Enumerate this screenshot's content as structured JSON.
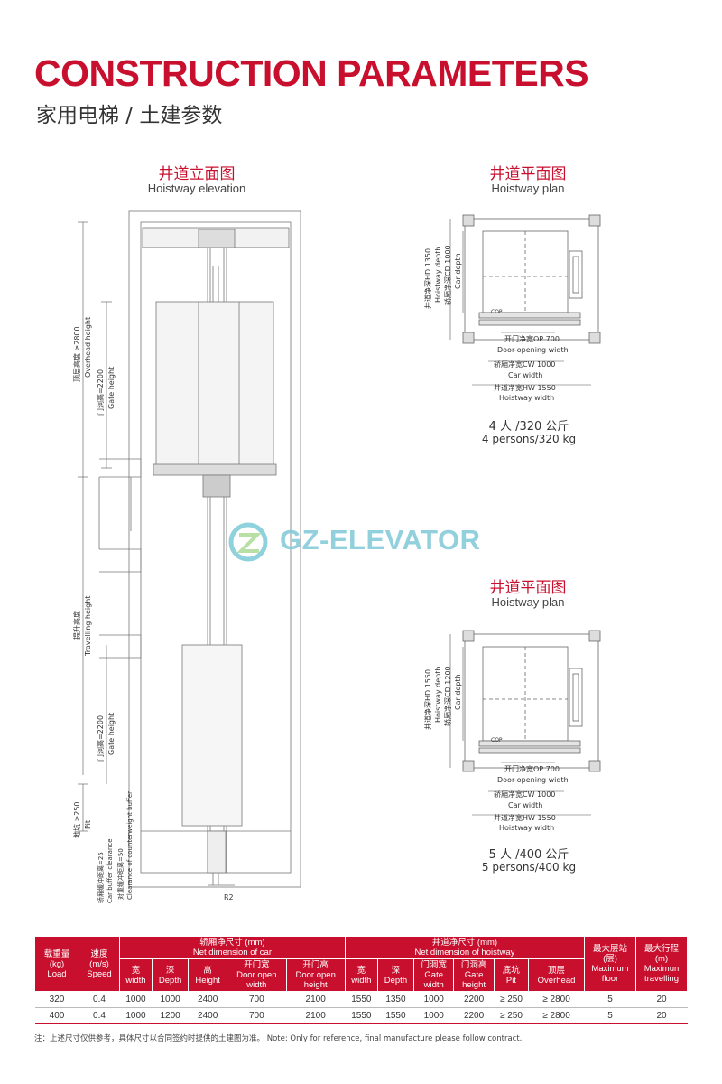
{
  "header": {
    "title": "CONSTRUCTION PARAMETERS",
    "subtitle": "家用电梯 / 土建参数"
  },
  "elevation": {
    "caption_cn": "井道立面图",
    "caption_en": "Hoistway elevation",
    "dims": {
      "overhead": "顶层高度 ≥2800",
      "overhead_en": "Overhead height",
      "gate_top": "门洞高=2200",
      "gate_top_en": "Gate height",
      "travel": "提升高度",
      "travel_en": "Travelling height",
      "gate_bottom": "门洞高=2200",
      "gate_bottom_en": "Gate height",
      "pit": "地坑 ≥250",
      "pit_en": "Pit",
      "car_buffer": "轿厢缓冲距离=25",
      "car_buffer_en": "Car buffer clearance",
      "cw_buffer": "对重缓冲距离=50",
      "cw_buffer_en": "Clearance of counterweight buffer",
      "r2": "R2"
    }
  },
  "plan_top": {
    "caption_cn": "井道平面图",
    "caption_en": "Hoistway plan",
    "hd": "井道净深HD 1350",
    "hd_en": "Hoistway depth",
    "cd": "轿厢净深CD 1000",
    "cd_en": "Car depth",
    "cop": "COP",
    "op": "开门净宽OP 700",
    "op_en": "Door-opening width",
    "cw": "轿厢净宽CW 1000",
    "cw_en": "Car width",
    "hw": "井道净宽HW 1550",
    "hw_en": "Hoistway width",
    "capacity_cn": "4 人 /320 公斤",
    "capacity_en": "4 persons/320 kg"
  },
  "plan_bottom": {
    "caption_cn": "井道平面图",
    "caption_en": "Hoistway plan",
    "hd": "井道净深HD 1550",
    "hd_en": "Hoistway depth",
    "cd": "轿厢净深CD 1200",
    "cd_en": "Car depth",
    "cop": "COP",
    "op": "开门净宽OP 700",
    "op_en": "Door-opening width",
    "cw": "轿厢净宽CW 1000",
    "cw_en": "Car width",
    "hw": "井道净宽HW 1550",
    "hw_en": "Hoistway width",
    "capacity_cn": "5 人 /400 公斤",
    "capacity_en": "5 persons/400 kg"
  },
  "watermark": {
    "text": "GZ-ELEVATOR"
  },
  "table": {
    "load": [
      "载重量",
      "(kg)",
      "Load"
    ],
    "speed": [
      "速度",
      "(m/s)",
      "Speed"
    ],
    "car_group": [
      "轿厢净尺寸 (mm)",
      "Net dimension of car"
    ],
    "hoist_group": [
      "井道净尺寸 (mm)",
      "Net dimension of hoistway"
    ],
    "floor": [
      "最大层站",
      "(层)",
      "Maximum",
      "floor"
    ],
    "travel": [
      "最大行程",
      "(m)",
      "Maximun",
      "travelling"
    ],
    "car_cols": [
      [
        "宽",
        "width"
      ],
      [
        "深",
        "Depth"
      ],
      [
        "高",
        "Height"
      ],
      [
        "开门宽",
        "Door open",
        "width"
      ],
      [
        "开门高",
        "Door open",
        "height"
      ]
    ],
    "hoist_cols": [
      [
        "宽",
        "width"
      ],
      [
        "深",
        "Depth"
      ],
      [
        "门洞宽",
        "Gate",
        "width"
      ],
      [
        "门洞高",
        "Gate",
        "height"
      ],
      [
        "底坑",
        "Pit"
      ],
      [
        "顶层",
        "Overhead"
      ]
    ],
    "rows": [
      [
        "320",
        "0.4",
        "1000",
        "1000",
        "2400",
        "700",
        "2100",
        "1550",
        "1350",
        "1000",
        "2200",
        "≥ 250",
        "≥ 2800",
        "5",
        "20"
      ],
      [
        "400",
        "0.4",
        "1000",
        "1200",
        "2400",
        "700",
        "2100",
        "1550",
        "1550",
        "1000",
        "2200",
        "≥ 250",
        "≥ 2800",
        "5",
        "20"
      ]
    ]
  },
  "note": "注：上述尺寸仅供参考，具体尺寸以合同签约时提供的土建图为准。  Note: Only for reference, final manufacture please follow contract."
}
